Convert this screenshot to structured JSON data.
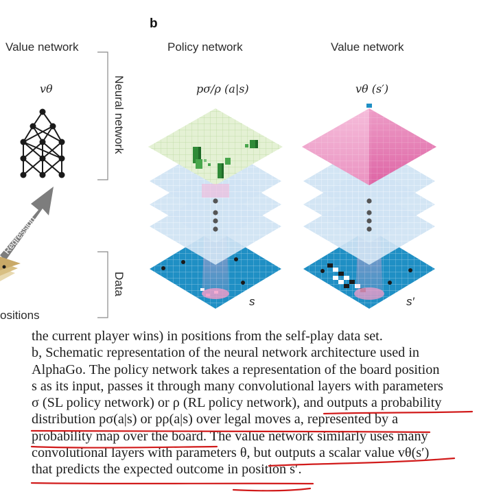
{
  "figure": {
    "panel_label": "b",
    "left_column_title": "Value network",
    "left_column_symbol": "vθ",
    "regression_arrow_label": "Regression",
    "left_bottom_label": "ositions",
    "policy_title": "Policy network",
    "value_title": "Value network",
    "policy_formula": "pσ/ρ (a|s)",
    "value_formula": "vθ (s′)",
    "neural_network_label": "Neural network",
    "data_label": "Data",
    "policy_input_label": "s",
    "value_input_label": "s′"
  },
  "caption": {
    "lines": [
      "the current player wins) in positions from the self-play data set.",
      "b, Schematic representation of the neural network architecture used in",
      "AlphaGo. The policy network takes a representation of the board position",
      "s as its input, passes it through many convolutional layers with parameters",
      "σ (SL policy network) or ρ (RL policy network), and outputs a probability",
      "distribution pσ(a|s) or pρ(a|s) over legal moves a, represented by a",
      "probability map over the board. The value network similarly uses many",
      "convolutional layers with parameters θ, but outputs a scalar value vθ(s′)",
      "that predicts the expected outcome in position s′."
    ]
  },
  "colors": {
    "board_blue": "#1f8fc4",
    "layer_blue": "#cfe3f3",
    "policy_green": "#e4f1d4",
    "value_pink": "#ec8fc0",
    "annotation_red": "#d11a1a",
    "arrow_gray": "#7d7d7d"
  }
}
